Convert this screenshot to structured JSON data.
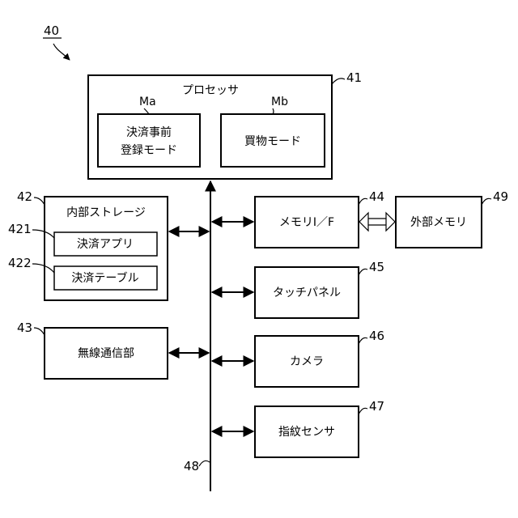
{
  "figure_number": "40",
  "processor": {
    "ref": "41",
    "title": "プロセッサ",
    "mode_a": {
      "ref": "Ma",
      "line1": "決済事前",
      "line2": "登録モード"
    },
    "mode_b": {
      "ref": "Mb",
      "label": "買物モード"
    }
  },
  "storage": {
    "ref": "42",
    "title": "内部ストレージ",
    "app": {
      "ref": "421",
      "label": "決済アプリ"
    },
    "table": {
      "ref": "422",
      "label": "決済テーブル"
    }
  },
  "wireless": {
    "ref": "43",
    "label": "無線通信部"
  },
  "memory_if": {
    "ref": "44",
    "label": "メモリI／F"
  },
  "touch_panel": {
    "ref": "45",
    "label": "タッチパネル"
  },
  "camera": {
    "ref": "46",
    "label": "カメラ"
  },
  "fingerprint": {
    "ref": "47",
    "label": "指紋センサ"
  },
  "bus": {
    "ref": "48"
  },
  "external_memory": {
    "ref": "49",
    "label": "外部メモリ"
  }
}
